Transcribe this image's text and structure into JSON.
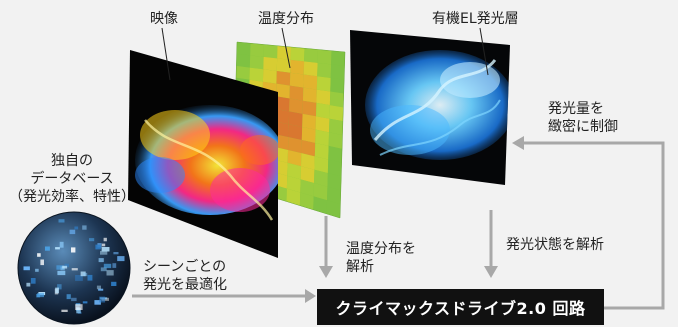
{
  "labels": {
    "video": "映像",
    "temp_dist": "温度分布",
    "oled_layer": "有機EL発光層",
    "db_line1": "独自の",
    "db_line2": "データベース",
    "db_line3": "（発光効率、特性）",
    "control_line1": "発光量を",
    "control_line2": "緻密に制御",
    "analyze_temp_line1": "温度分布を",
    "analyze_temp_line2": "解析",
    "analyze_state": "発光状態を解析",
    "optimize_line1": "シーンごとの",
    "optimize_line2": "発光を最適化"
  },
  "circuit": {
    "label": "クライマックスドライブ2.0 回路"
  },
  "colors": {
    "arrow": "#a8a8a8",
    "circuit_bg": "#111111",
    "background": "#f2f2f2"
  }
}
